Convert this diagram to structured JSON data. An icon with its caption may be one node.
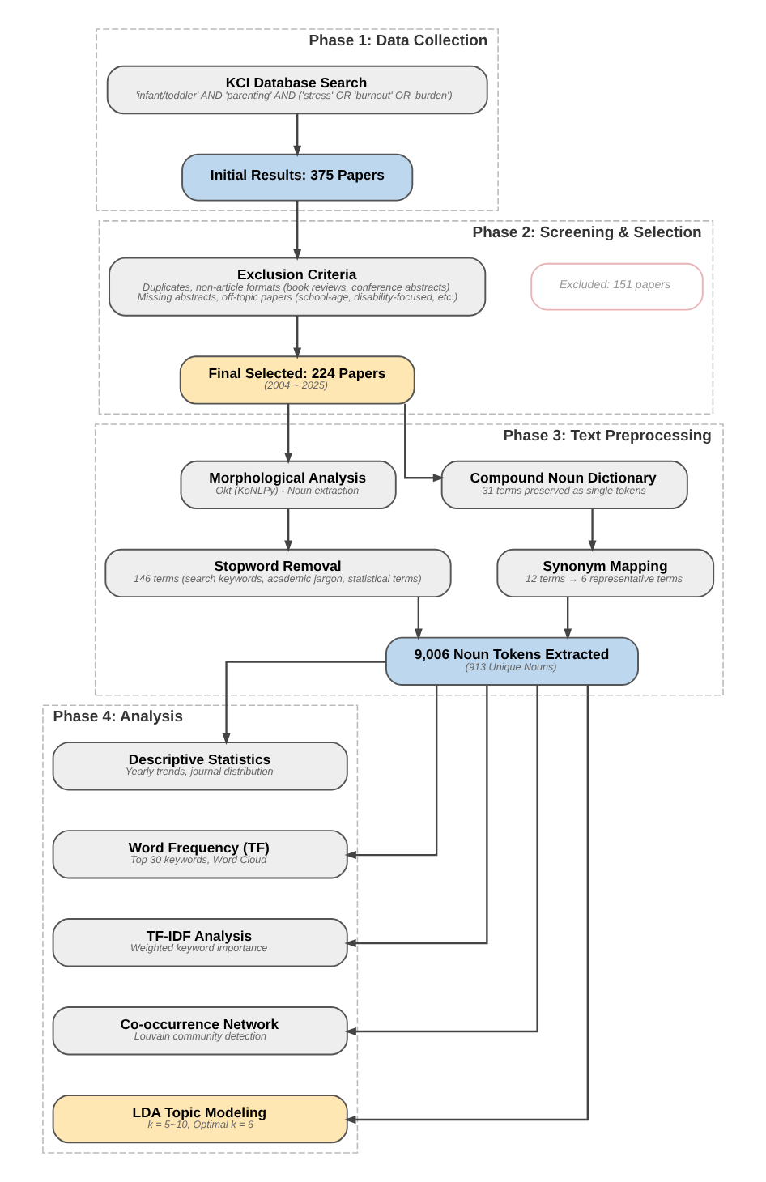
{
  "diagram": {
    "nodes": [
      {
        "text": [
          "Phase 1: Data Collection"
        ]
      },
      {
        "text": [
          "KCI Database Search",
          "'infant/toddler' AND 'parenting' AND ('stress' OR 'burnout' OR 'burden')"
        ],
        "in": 0
      },
      {
        "text": [
          "Initial Results: 375 Papers"
        ],
        "in": 0
      },
      {
        "text": [
          "Phase 2: Screening & Selection"
        ]
      },
      {
        "text": [
          "Exclusion Criteria",
          "Duplicates, non-article formats (book reviews, conference abstracts)",
          "Missing abstracts, off-topic papers (school-age, disability-focused, etc.)"
        ],
        "in": 3
      },
      {
        "text": [
          "Excluded: 151 papers"
        ],
        "in": 3
      },
      {
        "text": [
          "Final Selected: 224 Papers",
          "(2004 ~ 2025)"
        ],
        "in": 3
      },
      {
        "text": [
          "Phase 3: Text Preprocessing"
        ]
      },
      {
        "text": [
          "Morphological Analysis",
          "Okt (KoNLPy) - Noun extraction"
        ],
        "in": 7
      },
      {
        "text": [
          "Compound Noun Dictionary",
          "31 terms preserved as single tokens"
        ],
        "in": 7
      },
      {
        "text": [
          "Stopword Removal",
          "146 terms (search keywords, academic jargon, statistical terms)"
        ],
        "in": 7
      },
      {
        "text": [
          "Synonym Mapping",
          "12 terms → 6 representative terms"
        ],
        "in": 7
      },
      {
        "text": [
          "9,006 Noun Tokens Extracted",
          "(913 Unique Nouns)"
        ],
        "in": 7
      },
      {
        "text": [
          "Phase 4: Analysis"
        ]
      },
      {
        "text": [
          "Descriptive Statistics",
          "Yearly trends, journal distribution"
        ],
        "in": 13
      },
      {
        "text": [
          "Word Frequency (TF)",
          "Top 30 keywords, Word Cloud"
        ],
        "in": 13
      },
      {
        "text": [
          "TF-IDF Analysis",
          "Weighted keyword importance"
        ],
        "in": 13
      },
      {
        "text": [
          "Co-occurrence Network",
          "Louvain community detection"
        ],
        "in": 13
      },
      {
        "text": [
          "LDA Topic Modeling",
          "k = 5~10, Optimal k = 6"
        ],
        "in": 13
      }
    ],
    "edges": [
      {
        "from": 1,
        "to": 2,
        "arrow": "to"
      },
      {
        "from": 2,
        "to": 4,
        "arrow": "to"
      },
      {
        "from": 4,
        "to": 6,
        "arrow": "to"
      },
      {
        "from": 6,
        "to": 8,
        "arrow": "to"
      },
      {
        "from": 6,
        "to": 9,
        "arrow": "to"
      },
      {
        "from": 8,
        "to": 10,
        "arrow": "to"
      },
      {
        "from": 9,
        "to": 11,
        "arrow": "to"
      },
      {
        "from": 10,
        "to": 12,
        "arrow": "to"
      },
      {
        "from": 11,
        "to": 12,
        "arrow": "to"
      },
      {
        "from": 12,
        "to": 14,
        "arrow": "to"
      },
      {
        "from": 12,
        "to": 15,
        "arrow": "to"
      },
      {
        "from": 12,
        "to": 16,
        "arrow": "to"
      },
      {
        "from": 12,
        "to": 17,
        "arrow": "to"
      },
      {
        "from": 12,
        "to": 18,
        "arrow": "to"
      }
    ]
  }
}
